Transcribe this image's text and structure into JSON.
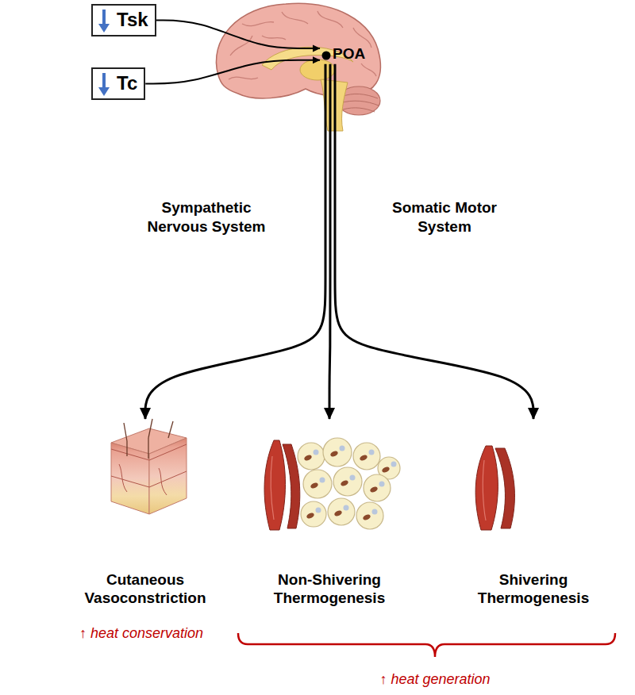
{
  "diagram": {
    "nodes": [
      {
        "text": [
          "Tsk"
        ]
      },
      {
        "text": [
          "Tc"
        ]
      },
      {
        "text": [
          "POA"
        ]
      },
      {
        "text": [
          "Cutaneous Vasoconstriction"
        ]
      },
      {
        "text": [
          "Non-Shivering Thermogenesis"
        ]
      },
      {
        "text": [
          "Shivering Thermogenesis"
        ]
      }
    ],
    "edges": [
      {
        "from": 0,
        "to": 2,
        "arrow": "to"
      },
      {
        "from": 1,
        "to": 2,
        "arrow": "to"
      },
      {
        "from": 2,
        "to": 3,
        "arrow": "to"
      },
      {
        "from": 2,
        "to": 4,
        "arrow": "to"
      },
      {
        "from": 2,
        "to": 5,
        "arrow": "to"
      }
    ],
    "labels": [
      "Sympathetic Nervous System",
      "Somatic Motor System",
      "↑ heat conservation",
      "↑ heat generation"
    ]
  }
}
